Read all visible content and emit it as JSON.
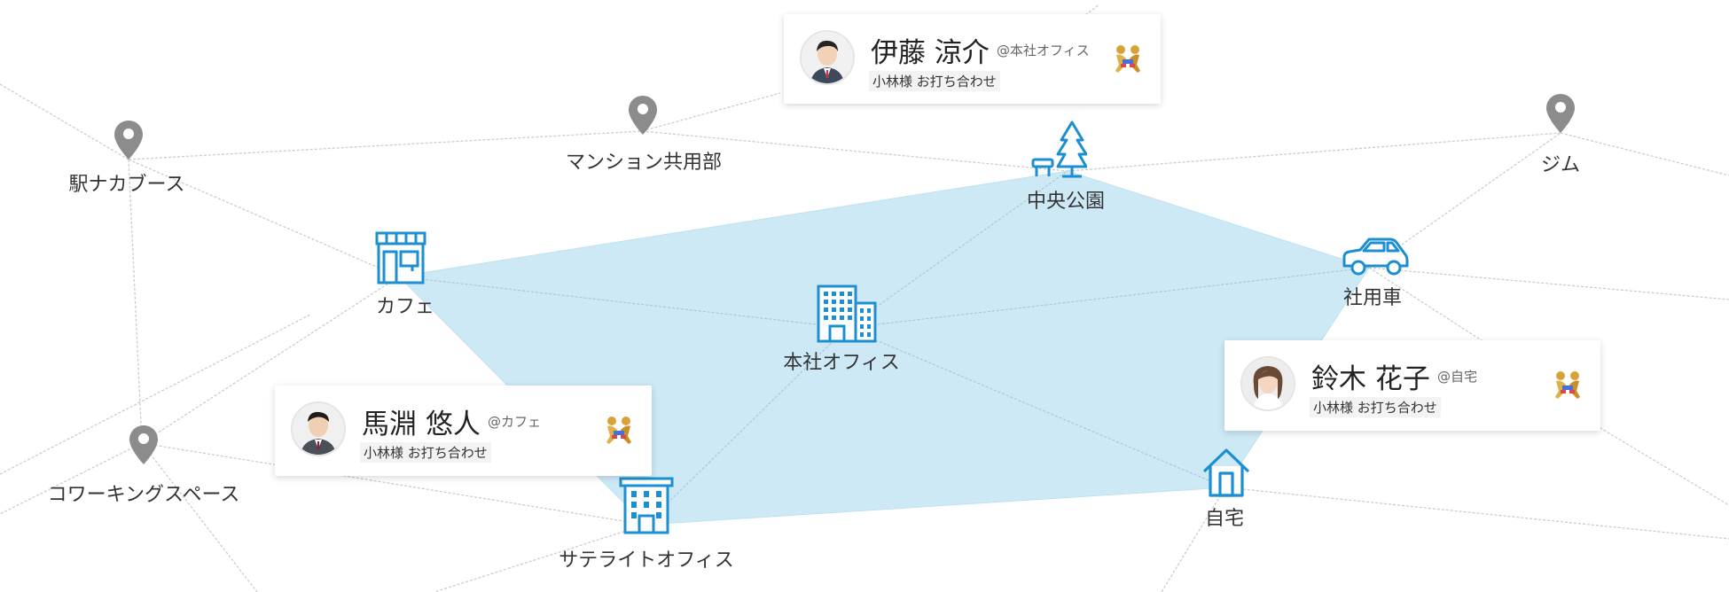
{
  "colors": {
    "line": "#cccccc",
    "area_fill": "#cde9f6",
    "icon_blue": "#1b8fd1",
    "pin_gray": "#8c8c8c",
    "label": "#333333"
  },
  "places": {
    "eki": {
      "label": "駅ナカブース",
      "icon": "map-pin-icon"
    },
    "mansion": {
      "label": "マンション共用部",
      "icon": "map-pin-icon"
    },
    "park": {
      "label": "中央公園",
      "icon": "park-icon"
    },
    "gym": {
      "label": "ジム",
      "icon": "map-pin-icon"
    },
    "cafe": {
      "label": "カフェ",
      "icon": "cafe-icon"
    },
    "car": {
      "label": "社用車",
      "icon": "car-icon"
    },
    "hq": {
      "label": "本社オフィス",
      "icon": "office-building-icon"
    },
    "cowork": {
      "label": "コワーキングスペース",
      "icon": "map-pin-icon"
    },
    "satellite": {
      "label": "サテライトオフィス",
      "icon": "satellite-office-icon"
    },
    "home": {
      "label": "自宅",
      "icon": "house-icon"
    }
  },
  "people": {
    "ito": {
      "name": "伊藤 涼介",
      "location": "@本社オフィス",
      "memo": "小林様 お打ち合わせ",
      "status_icon": "wrestlers-emoji"
    },
    "suzuki": {
      "name": "鈴木 花子",
      "location": "@自宅",
      "memo": "小林様 お打ち合わせ",
      "status_icon": "wrestlers-emoji"
    },
    "mabuchi": {
      "name": "馬淵 悠人",
      "location": "@カフェ",
      "memo": "小林様 お打ち合わせ",
      "status_icon": "wrestlers-emoji"
    }
  }
}
